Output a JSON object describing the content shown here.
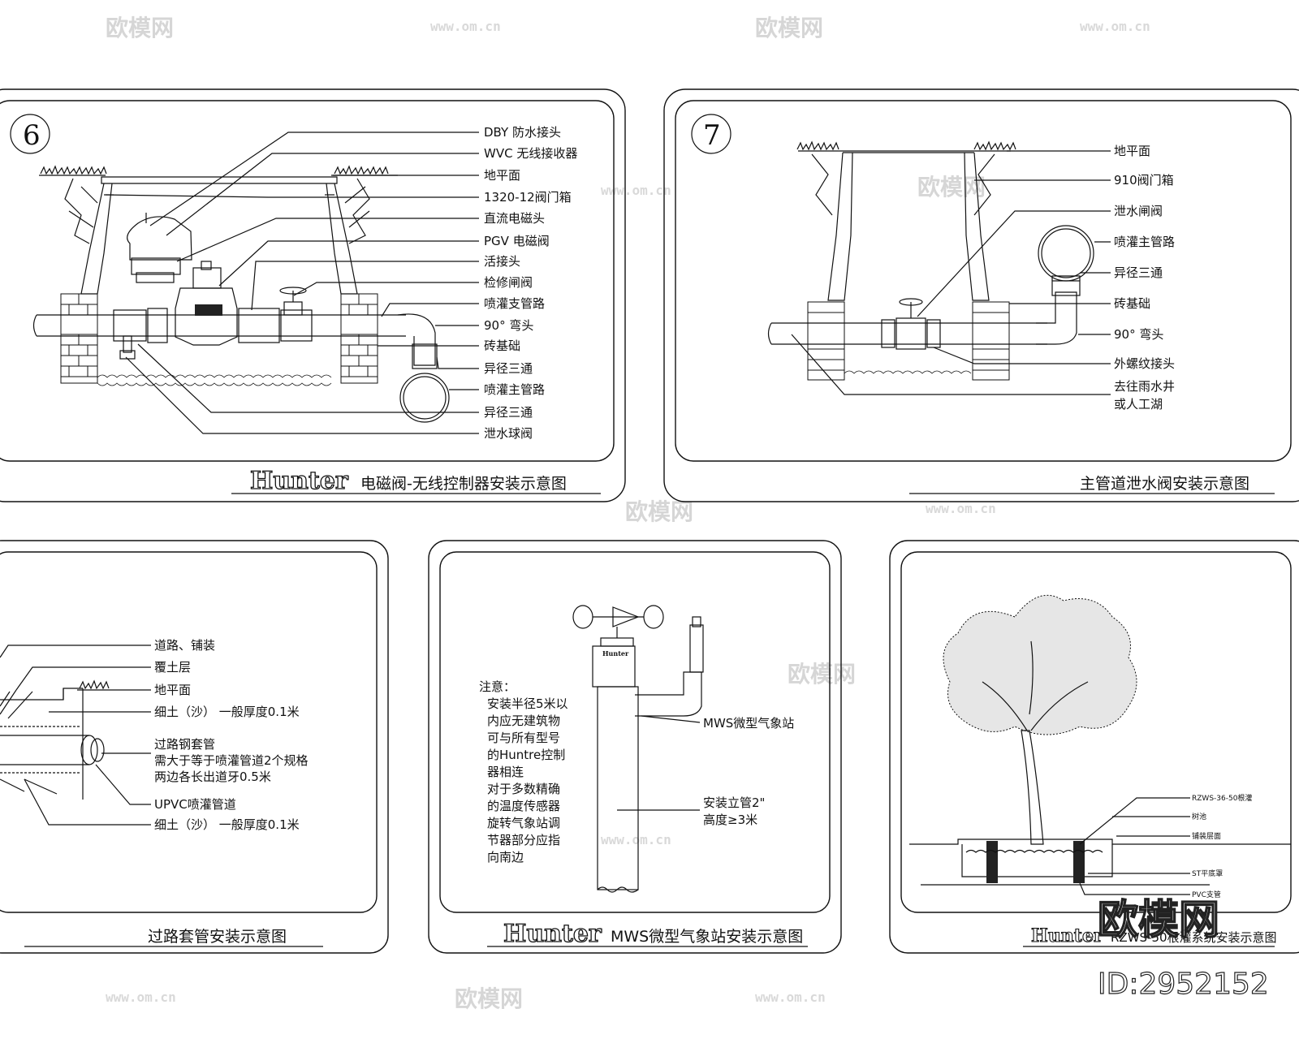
{
  "watermark": {
    "brand": "欧模网",
    "url": "www.om.cn",
    "id": "ID:2952152"
  },
  "panel6": {
    "number": "6",
    "brand": "Hunter",
    "title": "电磁阀-无线控制器安装示意图",
    "labels": [
      "DBY 防水接头",
      "WVC 无线接收器",
      "地平面",
      "1320-12阀门箱",
      "直流电磁头",
      "PGV 电磁阀",
      "活接头",
      "检修闸阀",
      "喷灌支管路",
      "90° 弯头",
      "砖基础",
      "异径三通",
      "喷灌主管路",
      "异径三通",
      "泄水球阀"
    ]
  },
  "panel7": {
    "number": "7",
    "title": "主管道泄水阀安装示意图",
    "labels": [
      "地平面",
      "910阀门箱",
      "泄水闸阀",
      "喷灌主管路",
      "异径三通",
      "砖基础",
      "90° 弯头",
      "外螺纹接头",
      "去往雨水井",
      "或人工湖"
    ]
  },
  "panel_sleeve": {
    "title": "过路套管安装示意图",
    "labels": [
      "道路、铺装",
      "覆土层",
      "地平面",
      "细土（沙） 一般厚度0.1米",
      "过路钢套管",
      "需大于等于喷灌管道2个规格",
      "两边各长出道牙0.5米",
      "UPVC喷灌管道",
      "细土（沙） 一般厚度0.1米"
    ]
  },
  "panel_weather": {
    "brand": "Hunter",
    "title": "MWS微型气象站安装示意图",
    "sensor_brand": "Hunter",
    "note_title": "注意：",
    "notes": [
      "安装半径5米以",
      "内应无建筑物",
      "可与所有型号",
      "的Huntre控制",
      "器相连",
      "对于多数精确",
      "的温度传感器",
      "旋转气象站调",
      "节器部分应指",
      "向南边"
    ],
    "labels": [
      "MWS微型气象站",
      "安装立管2\"",
      "高度≥3米"
    ]
  },
  "panel_tree": {
    "brand": "Hunter",
    "title": "RZWS-50根灌系统安装示意图",
    "labels": [
      "RZWS-36-50根灌",
      "树池",
      "铺装层面",
      "ST平底罩",
      "PVC支管"
    ]
  }
}
